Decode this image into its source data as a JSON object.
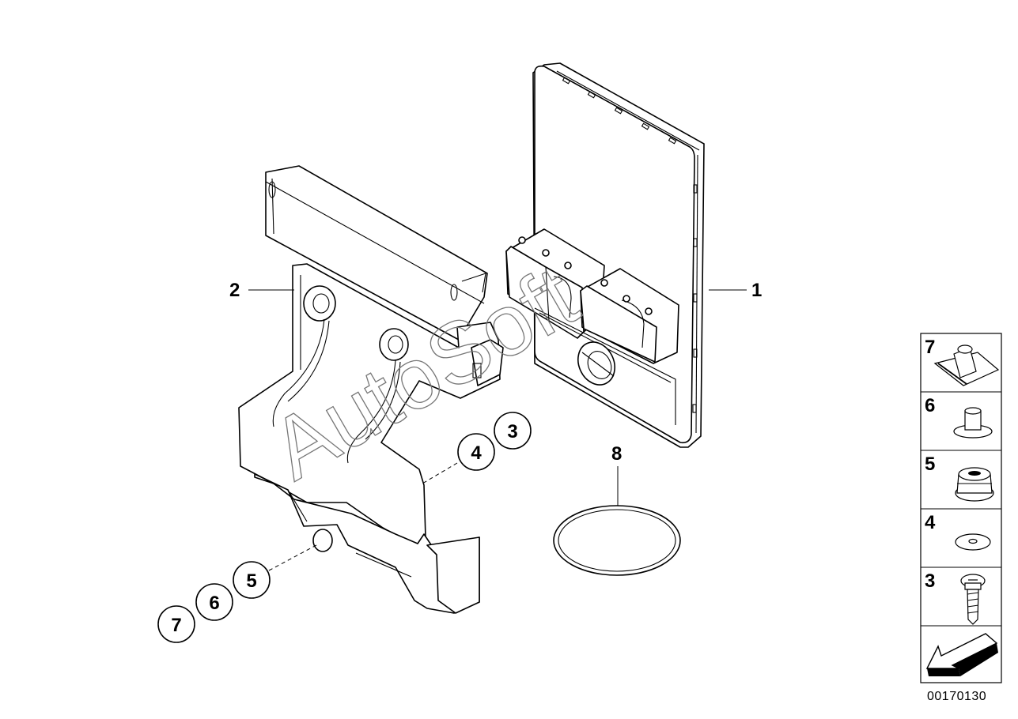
{
  "callouts": {
    "c1": "1",
    "c2": "2",
    "c3": "3",
    "c4": "4",
    "c5": "5",
    "c6": "6",
    "c7": "7",
    "c8": "8"
  },
  "legend": {
    "items": [
      {
        "label": "7",
        "icon": "clip-nut-icon"
      },
      {
        "label": "6",
        "icon": "stud-sleeve-icon"
      },
      {
        "label": "5",
        "icon": "rubber-grommet-icon"
      },
      {
        "label": "4",
        "icon": "washer-icon"
      },
      {
        "label": "3",
        "icon": "screw-icon"
      }
    ],
    "arrow_icon": "forward-arrow-icon"
  },
  "watermark": "AutoSoft",
  "diagram_number": "00170130"
}
